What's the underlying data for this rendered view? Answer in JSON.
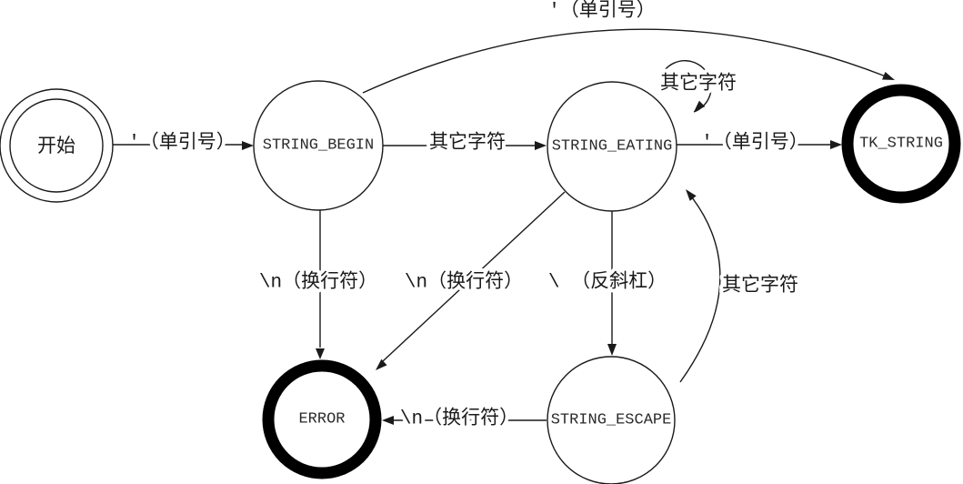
{
  "diagram_title": "",
  "colors": {
    "stroke": "#1a1a1a",
    "background": "#ffffff",
    "accept_ring": "#000000"
  },
  "nodes": {
    "start": {
      "label": "开始"
    },
    "string_begin": {
      "label": "STRING_BEGIN"
    },
    "string_eating": {
      "label": "STRING_EATING"
    },
    "tk_string": {
      "label": "TK_STRING"
    },
    "error": {
      "label": "ERROR"
    },
    "string_escape": {
      "label": "STRING_ESCAPE"
    }
  },
  "edges": {
    "start_to_string_begin": {
      "from": "start",
      "to": "string_begin",
      "label": "'（单引号）"
    },
    "string_begin_to_tk_string": {
      "from": "string_begin",
      "to": "tk_string",
      "label": "'（单引号）"
    },
    "string_begin_to_string_eating": {
      "from": "string_begin",
      "to": "string_eating",
      "label": "其它字符"
    },
    "string_eating_self_loop": {
      "from": "string_eating",
      "to": "string_eating",
      "label": "其它字符"
    },
    "string_eating_to_tk_string": {
      "from": "string_eating",
      "to": "tk_string",
      "label": "'（单引号）"
    },
    "string_begin_to_error": {
      "from": "string_begin",
      "to": "error",
      "label": "\\n（换行符）"
    },
    "string_eating_to_error": {
      "from": "string_eating",
      "to": "error",
      "label": "\\n（换行符）"
    },
    "string_eating_to_string_escape": {
      "from": "string_eating",
      "to": "string_escape",
      "label": "\\ （反斜杠）"
    },
    "string_escape_to_string_eating": {
      "from": "string_escape",
      "to": "string_eating",
      "label": "其它字符"
    },
    "string_escape_to_error": {
      "from": "string_escape",
      "to": "error",
      "label": "\\n（换行符）"
    }
  }
}
